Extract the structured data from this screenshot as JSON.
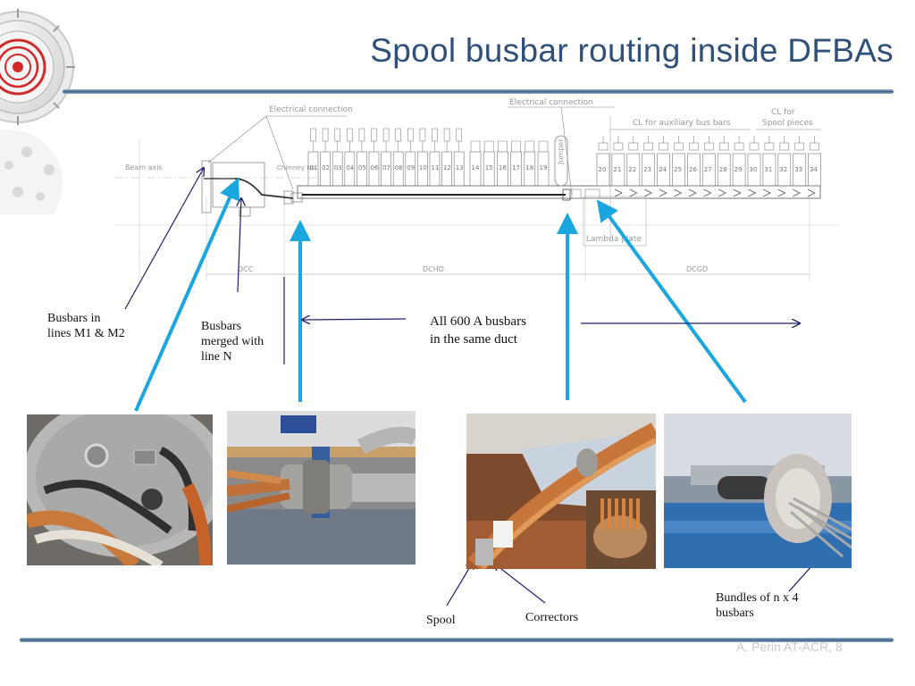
{
  "slide": {
    "title": "Spool busbar routing inside DFBAs",
    "footer": "A. Perin AT-ACR, 8"
  },
  "diagram": {
    "electrical_connection_left": "Electrical connection",
    "electrical_connection_right": "Electrical connection",
    "beam_axis": "Beam axis",
    "chimney_no": "Chimney No",
    "chimney_numbers_a": [
      "01",
      "02",
      "03",
      "04",
      "05",
      "06",
      "07",
      "08",
      "09",
      "10",
      "11",
      "12",
      "13"
    ],
    "chimney_numbers_b": [
      "14",
      "15",
      "16",
      "17",
      "18",
      "19"
    ],
    "jumper": "Jumper",
    "chimney_numbers_c": [
      "20",
      "21",
      "22",
      "23",
      "24",
      "25",
      "26",
      "27",
      "28",
      "29",
      "30",
      "31",
      "32",
      "33",
      "34"
    ],
    "cl_aux": "CL for auxiliary bus bars",
    "cl_spool_line1": "CL for",
    "cl_spool_line2": "Spool pieces",
    "lambda_plate": "Lambda plate",
    "dcc": "DCC",
    "dchd": "DCHD",
    "dcgd": "DCGD"
  },
  "annotations": {
    "busbars_m1m2_line1": "Busbars in",
    "busbars_m1m2_line2": "lines M1 & M2",
    "busbars_merged_line1": "Busbars",
    "busbars_merged_line2": "merged with",
    "busbars_merged_line3": "line N",
    "all600_line1": "All 600 A busbars",
    "all600_line2": "in the same duct",
    "spool": "Spool",
    "correctors": "Correctors",
    "bundles_line1": "Bundles of n x 4",
    "bundles_line2": "busbars"
  },
  "colors": {
    "title": "#2e5079",
    "cyan_arrow": "#1aa7e0",
    "navy_arrow": "#1c1f6e"
  }
}
